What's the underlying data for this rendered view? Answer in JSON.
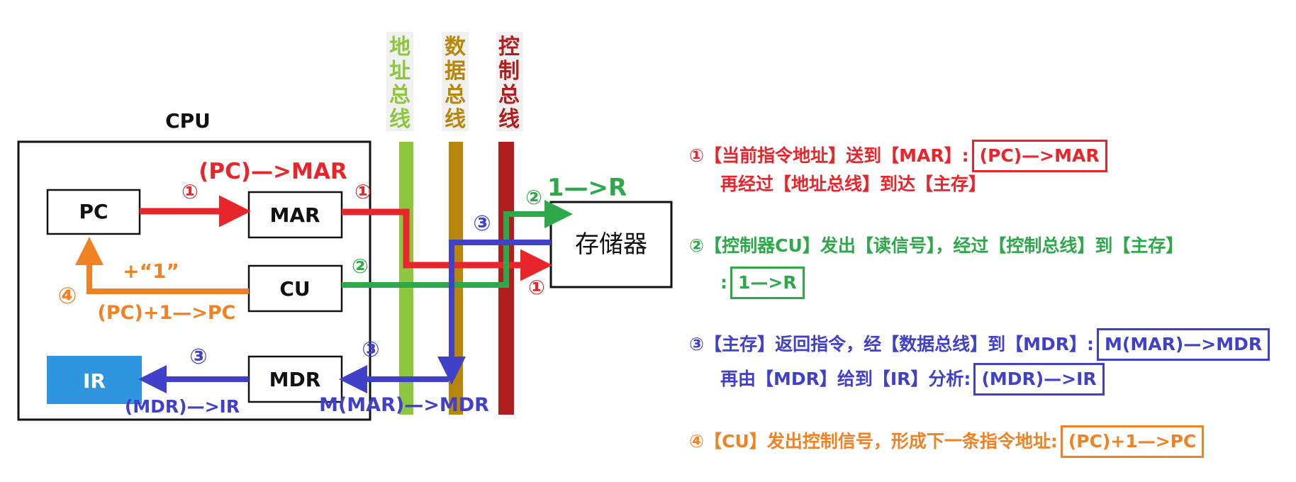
{
  "colors": {
    "red": "#e8252b",
    "green": "#2ea84a",
    "blue": "#4040c8",
    "orange": "#f08223",
    "address_bus": "#8dc63f",
    "data_bus": "#b8860b",
    "control_bus": "#b01e1e",
    "ir_fill": "#2f95de"
  },
  "diagram": {
    "cpu_label": "CPU",
    "registers": {
      "pc": "PC",
      "mar": "MAR",
      "cu": "CU",
      "ir": "IR",
      "mdr": "MDR"
    },
    "memory": "存储器",
    "buses": {
      "address": [
        "地",
        "址",
        "总",
        "线"
      ],
      "data": [
        "数",
        "据",
        "总",
        "线"
      ],
      "control": [
        "控",
        "制",
        "总",
        "线"
      ]
    },
    "labels": {
      "pc_to_mar": "(PC)—>MAR",
      "one_to_r": "1—>R",
      "plus_one": "+“1”",
      "pc_plus_one": "(PC)+1—>PC",
      "mdr_to_ir": "(MDR)—>IR",
      "mar_to_mdr": "M(MAR)—>MDR"
    },
    "step_markers": [
      "①",
      "②",
      "③",
      "④"
    ]
  },
  "notes": {
    "step1": {
      "line1": "①【当前指令地址】送到【MAR】:",
      "box1": "(PC)—>MAR",
      "line2": "再经过【地址总线】到达【主存】"
    },
    "step2": {
      "line1": "②【控制器CU】发出【读信号】，经过【控制总线】到【主存】",
      "prefix2": ":",
      "box1": "1—>R"
    },
    "step3": {
      "line1": "③【主存】返回指令，经【数据总线】到【MDR】:",
      "box1": "M(MAR)—>MDR",
      "line2": "再由【MDR】给到【IR】分析:",
      "box2": "(MDR)—>IR"
    },
    "step4": {
      "line1": "④【CU】发出控制信号，形成下一条指令地址:",
      "box1": "(PC)+1—>PC"
    }
  }
}
